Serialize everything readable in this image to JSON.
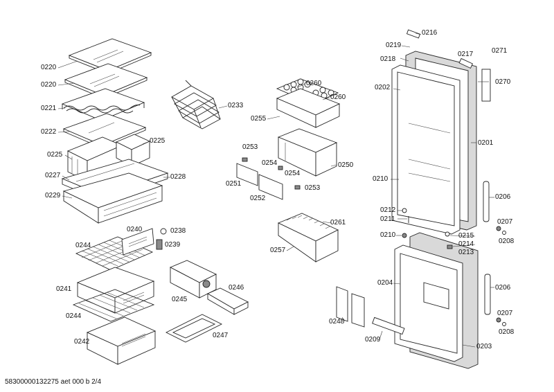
{
  "footer": "58300000132275 aet 000 b 2/4",
  "callouts": [
    {
      "id": "c1",
      "text": "0220"
    },
    {
      "id": "c2",
      "text": "0220"
    },
    {
      "id": "c3",
      "text": "0221"
    },
    {
      "id": "c4",
      "text": "0222"
    },
    {
      "id": "c5",
      "text": "0225"
    },
    {
      "id": "c6",
      "text": "0225"
    },
    {
      "id": "c7",
      "text": "0227"
    },
    {
      "id": "c8",
      "text": "0228"
    },
    {
      "id": "c9",
      "text": "0229"
    },
    {
      "id": "c10",
      "text": "0233"
    },
    {
      "id": "c11",
      "text": "0260"
    },
    {
      "id": "c12",
      "text": "0260"
    },
    {
      "id": "c13",
      "text": "0255"
    },
    {
      "id": "c14",
      "text": "0253"
    },
    {
      "id": "c15",
      "text": "0254"
    },
    {
      "id": "c16",
      "text": "0250"
    },
    {
      "id": "c17",
      "text": "0254"
    },
    {
      "id": "c18",
      "text": "0251"
    },
    {
      "id": "c19",
      "text": "0253"
    },
    {
      "id": "c20",
      "text": "0252"
    },
    {
      "id": "c21",
      "text": "0261"
    },
    {
      "id": "c22",
      "text": "0257"
    },
    {
      "id": "c23",
      "text": "0240"
    },
    {
      "id": "c24",
      "text": "0238"
    },
    {
      "id": "c25",
      "text": "0239"
    },
    {
      "id": "c26",
      "text": "0244"
    },
    {
      "id": "c27",
      "text": "0241"
    },
    {
      "id": "c28",
      "text": "0244"
    },
    {
      "id": "c29",
      "text": "0242"
    },
    {
      "id": "c30",
      "text": "0246"
    },
    {
      "id": "c31",
      "text": "0245"
    },
    {
      "id": "c32",
      "text": "0247"
    },
    {
      "id": "c33",
      "text": "0216"
    },
    {
      "id": "c34",
      "text": "0219"
    },
    {
      "id": "c35",
      "text": "0217"
    },
    {
      "id": "c36",
      "text": "0271"
    },
    {
      "id": "c37",
      "text": "0218"
    },
    {
      "id": "c38",
      "text": "0270"
    },
    {
      "id": "c39",
      "text": "0202"
    },
    {
      "id": "c40",
      "text": "0201"
    },
    {
      "id": "c41",
      "text": "0210"
    },
    {
      "id": "c42",
      "text": "0206"
    },
    {
      "id": "c43",
      "text": "0212"
    },
    {
      "id": "c44",
      "text": "0211"
    },
    {
      "id": "c45",
      "text": "0207"
    },
    {
      "id": "c46",
      "text": "0208"
    },
    {
      "id": "c47",
      "text": "0210"
    },
    {
      "id": "c48",
      "text": "0215"
    },
    {
      "id": "c49",
      "text": "0214"
    },
    {
      "id": "c50",
      "text": "0213"
    },
    {
      "id": "c51",
      "text": "0204"
    },
    {
      "id": "c52",
      "text": "0206"
    },
    {
      "id": "c53",
      "text": "0248"
    },
    {
      "id": "c54",
      "text": "0207"
    },
    {
      "id": "c55",
      "text": "0208"
    },
    {
      "id": "c56",
      "text": "0209"
    },
    {
      "id": "c57",
      "text": "0203"
    }
  ]
}
